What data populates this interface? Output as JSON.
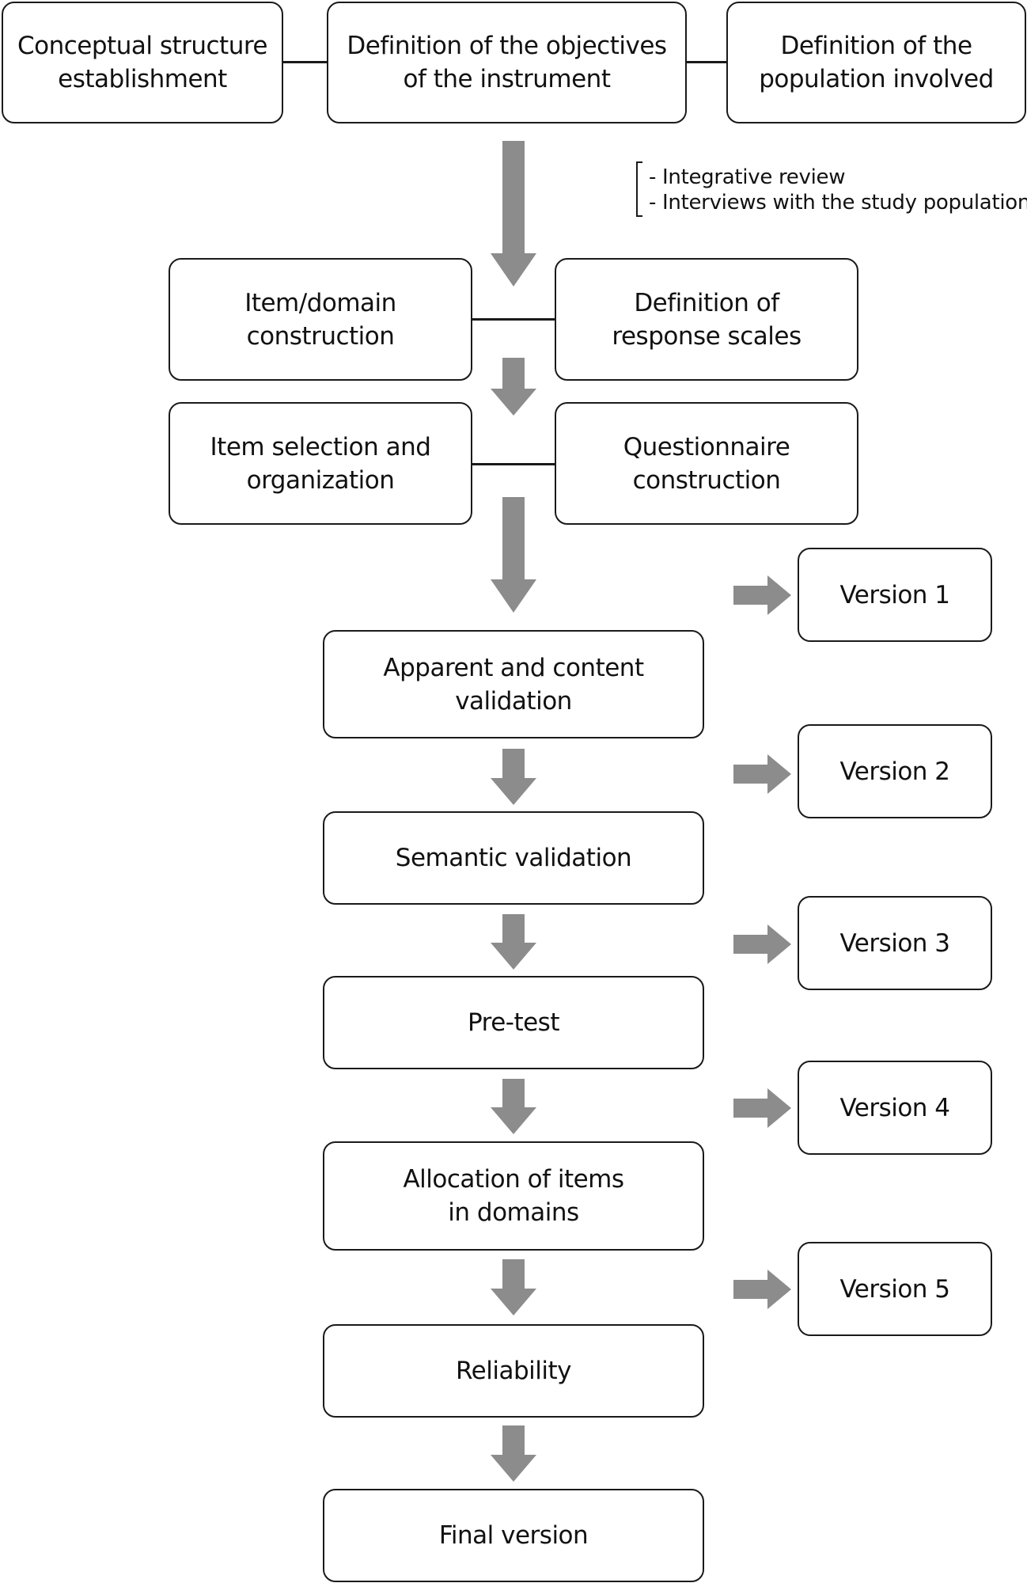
{
  "diagram": {
    "top_row": {
      "left": "Conceptual structure\nestablishment",
      "center": "Definition of the objectives\nof the instrument",
      "right": "Definition of the\npopulation involved"
    },
    "notes": {
      "line1": "- Integrative review",
      "line2": "- Interviews with the study population"
    },
    "row2": {
      "left": "Item/domain\nconstruction",
      "right": "Definition of\nresponse scales"
    },
    "row3": {
      "left": "Item selection and\norganization",
      "right": "Questionnaire\nconstruction"
    },
    "steps": {
      "apparent": "Apparent and content\nvalidation",
      "semantic": "Semantic validation",
      "pretest": "Pre-test",
      "allocation": "Allocation of items\nin domains",
      "reliability": "Reliability",
      "final": "Final version"
    },
    "versions": {
      "v1": "Version 1",
      "v2": "Version 2",
      "v3": "Version 3",
      "v4": "Version 4",
      "v5": "Version 5"
    },
    "colors": {
      "arrow": "#8c8c8c",
      "border": "#1a1a1a"
    }
  }
}
